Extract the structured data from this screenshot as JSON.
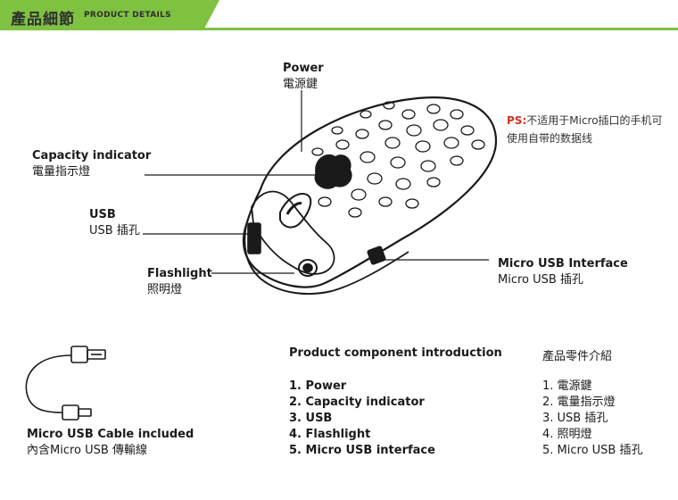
{
  "header": {
    "title": "產品細節",
    "subtitle": "PRODUCT DETAILS",
    "accent_color": "#7fc242"
  },
  "callouts": {
    "power": {
      "en": "Power",
      "zh": "電源鍵"
    },
    "capacity": {
      "en": "Capacity indicator",
      "zh": "電量指示燈"
    },
    "usb": {
      "en": "USB",
      "zh": "USB 插孔"
    },
    "flashlight": {
      "en": "Flashlight",
      "zh": "照明燈"
    },
    "micro_usb": {
      "en": "Micro USB Interface",
      "zh": "Micro USB 插孔"
    }
  },
  "note": {
    "key": "PS:",
    "text": "不适用于Micro插口的手机可使用自带的数据线",
    "key_color": "#d8301b"
  },
  "cable": {
    "icon": "usb-cable-icon",
    "en": "Micro USB Cable included",
    "zh": "內含Micro USB 傳輸線"
  },
  "components_en": {
    "title": "Product component introduction",
    "items": [
      "1. Power",
      "2. Capacity indicator",
      "3. USB",
      "4. Flashlight",
      "5. Micro USB interface"
    ]
  },
  "components_zh": {
    "title": "產品零件介紹",
    "items": [
      "1. 電源鍵",
      "2. 電量指示燈",
      "3. USB 插孔",
      "4. 照明燈",
      "5. Micro USB 插孔"
    ]
  }
}
